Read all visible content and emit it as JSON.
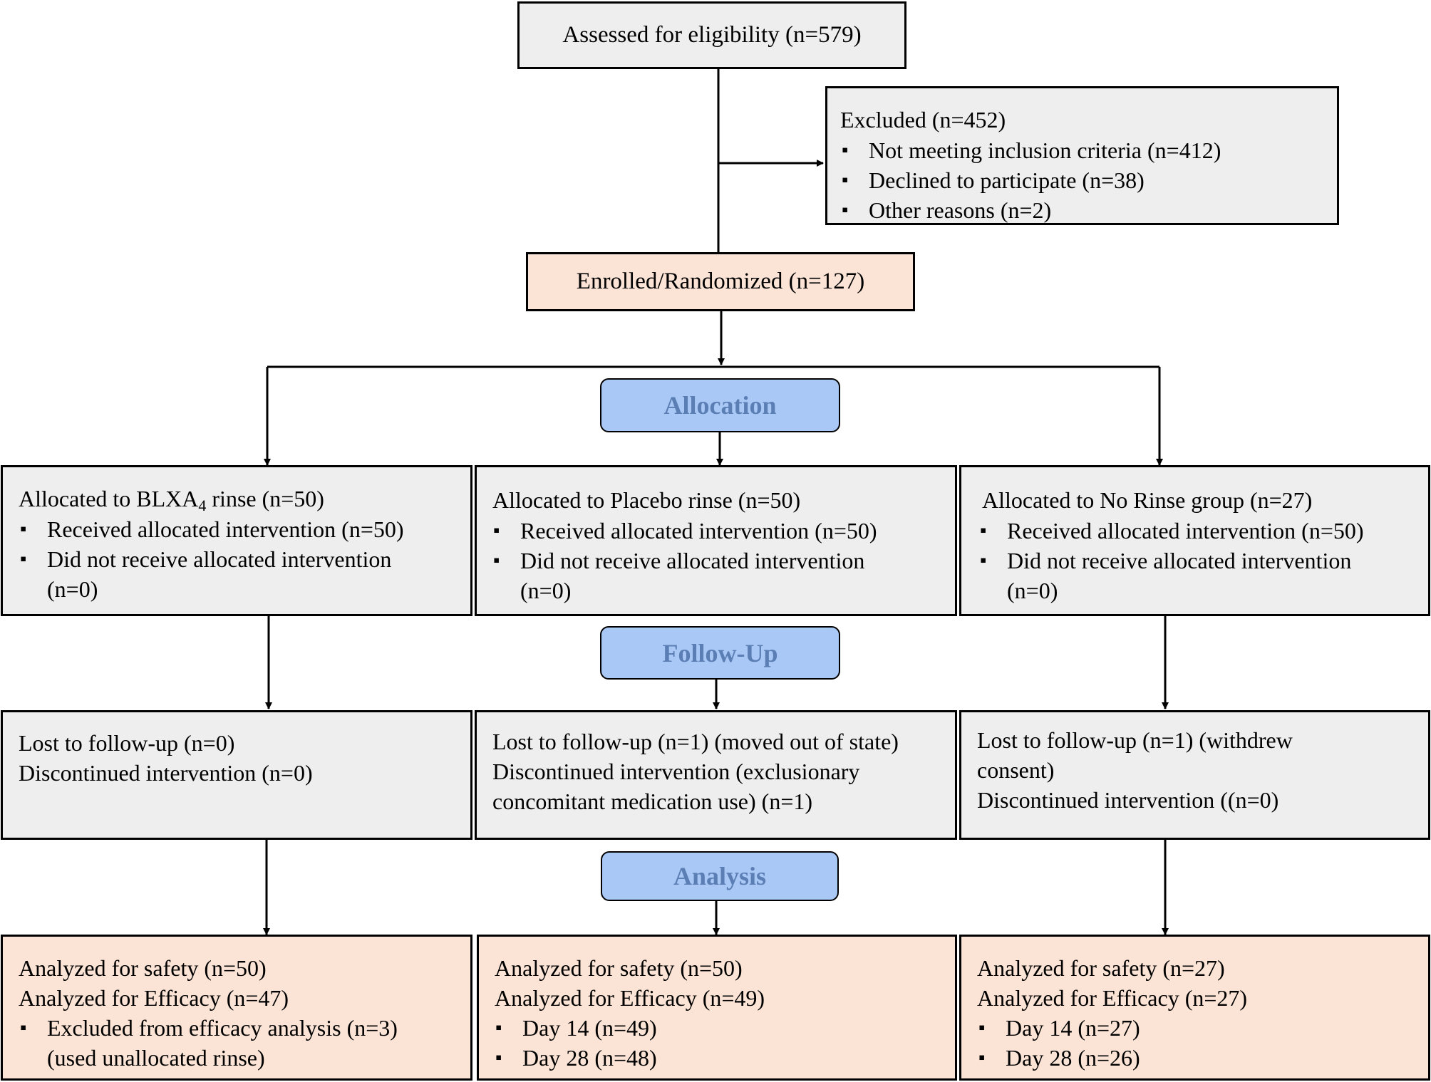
{
  "assessed": "Assessed for eligibility  (n=579)",
  "excluded": {
    "title": "Excluded  (n=452)",
    "items": [
      "Not meeting  inclusion  criteria  (n=412)",
      "Declined  to participate  (n=38)",
      "Other reasons  (n=2)"
    ]
  },
  "enrolled": "Enrolled/Randomized  (n=127)",
  "phases": {
    "allocation": "Allocation",
    "followup": "Follow-Up",
    "analysis": "Analysis"
  },
  "allocation": {
    "blxa_prefix": "Allocated  to BLXA",
    "blxa_sub": "4",
    "blxa_suffix": " rinse  (n=50)",
    "placebo_title": "Allocated  to Placebo  rinse  (n=50)",
    "norinse_title": "Allocated  to No Rinse  group  (n=27)",
    "blxa_items": [
      "Received  allocated  intervention  (n=50)",
      "Did not receive  allocated  intervention",
      "(n=0)"
    ],
    "placebo_items": [
      "Received  allocated  intervention  (n=50)",
      "Did not receive  allocated  intervention",
      "(n=0)"
    ],
    "norinse_items": [
      "Received  allocated  intervention  (n=50)",
      "Did not receive  allocated  intervention",
      "(n=0)"
    ]
  },
  "followup": {
    "blxa": [
      "Lost to follow-up  (n=0)",
      "Discontinued  intervention  (n=0)"
    ],
    "placebo": [
      "Lost to follow-up  (n=1)  (moved out of state)",
      "Discontinued  intervention  (exclusionary",
      "concomitant  medication  use)  (n=1)"
    ],
    "norinse": [
      "Lost to follow-up  (n=1)  (withdrew",
      "consent)",
      "Discontinued  intervention  ((n=0)"
    ]
  },
  "analysis": {
    "blxa": [
      "Analyzed  for safety  (n=50)",
      "Analyzed  for Efficacy  (n=47)",
      "Excluded  from  efficacy  analysis  (n=3)",
      "(used unallocated  rinse)"
    ],
    "placebo": [
      "Analyzed  for safety  (n=50)",
      "Analyzed  for Efficacy  (n=49)",
      "Day 14  (n=49)",
      "Day 28  (n=48)"
    ],
    "norinse": [
      "Analyzed  for safety  (n=27)",
      "Analyzed  for Efficacy  (n=27)",
      "Day 14  (n=27)",
      "Day 28  (n=26)"
    ]
  }
}
